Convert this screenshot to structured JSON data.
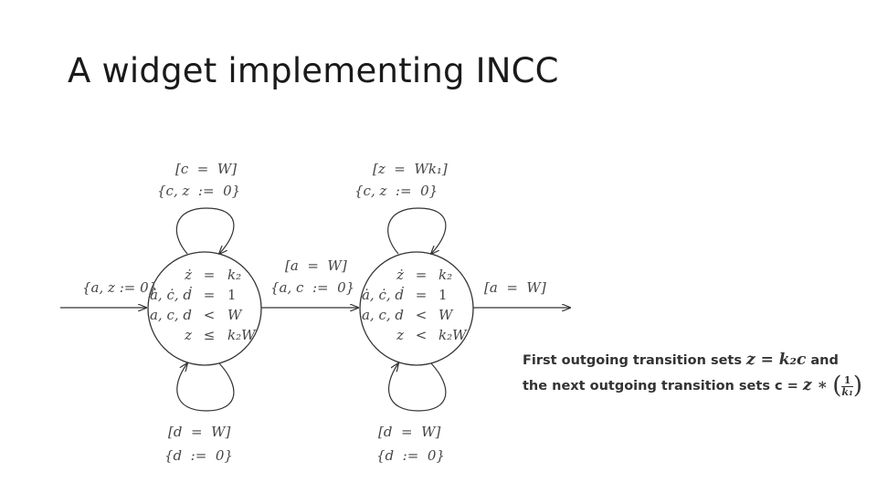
{
  "slide": {
    "title": "A widget implementing INCC"
  },
  "diagram": {
    "entry_label": "{a, z := 0}",
    "state1": {
      "rows": [
        [
          "ż",
          "=",
          "k₂"
        ],
        [
          "ȧ, ċ, ḋ",
          "=",
          "1"
        ],
        [
          "a, c, d",
          "<",
          "W"
        ],
        [
          "z",
          "≤",
          "k₂W"
        ]
      ],
      "loop_top": {
        "guard": "[c  =  W]",
        "reset": "{c, z  :=  0}"
      },
      "loop_bottom": {
        "guard": "[d  =  W]",
        "reset": "{d  :=  0}"
      }
    },
    "middle_edge": {
      "guard": "[a  =  W]",
      "reset": "{a, c  :=  0}"
    },
    "state2": {
      "rows": [
        [
          "ż",
          "=",
          "k₂"
        ],
        [
          "ȧ, ċ, ḋ",
          "=",
          "1"
        ],
        [
          "a, c, d",
          "<",
          "W"
        ],
        [
          "z",
          "<",
          "k₂W"
        ]
      ],
      "loop_top": {
        "guard": "[z  =  Wk₁]",
        "reset": "{c, z  :=  0}"
      },
      "loop_bottom": {
        "guard": "[d  =  W]",
        "reset": "{d  :=  0}"
      }
    },
    "exit_edge": {
      "guard": "[a  =  W]"
    }
  },
  "note": {
    "line1_text": "First outgoing transition sets ",
    "line1_math": "z = k₂c",
    "line1_end": " and",
    "line2_text": "the next outgoing transition sets c = ",
    "line2_math": "z ∗",
    "frac_num": "1",
    "frac_den": "k₁"
  }
}
